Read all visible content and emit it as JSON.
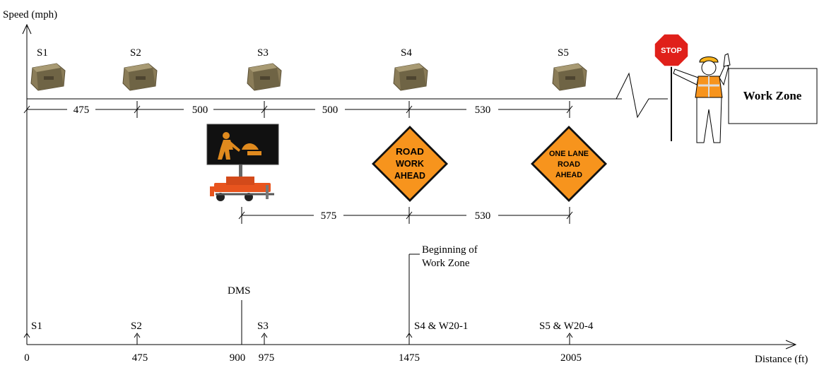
{
  "axes": {
    "y_label": "Speed (mph)",
    "x_label": "Distance (ft)"
  },
  "top_sensors": [
    "S1",
    "S2",
    "S3",
    "S4",
    "S5"
  ],
  "spacing_top": [
    "475",
    "500",
    "500",
    "530"
  ],
  "spacing_bottom": [
    "575",
    "530"
  ],
  "signs": {
    "road_work_ahead": [
      "ROAD",
      "WORK",
      "AHEAD"
    ],
    "one_lane_road_ahead": [
      "ONE LANE",
      "ROAD",
      "AHEAD"
    ],
    "stop": "STOP",
    "work_zone": "Work Zone",
    "sign_color": "#f7941d"
  },
  "annotations": {
    "dms": "DMS",
    "beginning_line1": "Beginning of",
    "beginning_line2": "Work Zone"
  },
  "bottom_markers": [
    {
      "label": "S1",
      "tick": "0"
    },
    {
      "label": "S2",
      "tick": "475"
    },
    {
      "label": "S3",
      "tick": "975"
    },
    {
      "label": "S4 & W20-1",
      "tick": "1475"
    },
    {
      "label": "S5 & W20-4",
      "tick": "2005"
    }
  ],
  "dms_tick": "900"
}
